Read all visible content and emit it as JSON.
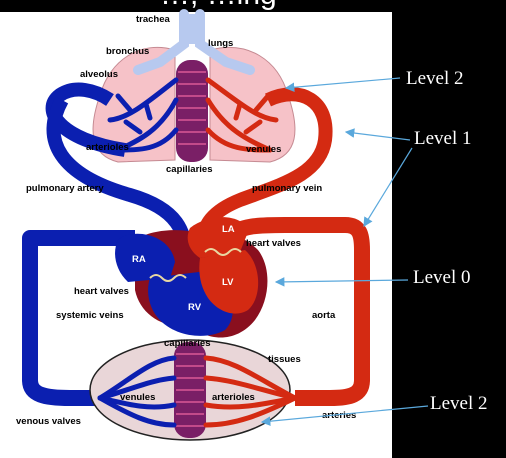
{
  "header_partial": "…, …ing",
  "diagram_labels": {
    "trachea": "trachea",
    "bronchus": "bronchus",
    "lungs": "lungs",
    "alveolus": "alveolus",
    "arterioles_top": "arterioles",
    "venules_top": "venules",
    "capillaries_top": "capillaries",
    "pulmonary_artery": "pulmonary artery",
    "pulmonary_vein": "pulmonary vein",
    "la": "LA",
    "ra": "RA",
    "lv": "LV",
    "rv": "RV",
    "heart_valves_right": "heart valves",
    "heart_valves_left": "heart valves",
    "systemic_veins": "systemic veins",
    "aorta": "aorta",
    "capillaries_bottom": "capillaries",
    "tissues": "tissues",
    "venules_bottom": "venules",
    "arterioles_bottom": "arterioles",
    "venous_valves": "venous valves",
    "arteries": "arteries"
  },
  "levels": {
    "level2_top": "Level 2",
    "level1": "Level 1",
    "level0": "Level 0",
    "level2_bottom": "Level 2"
  },
  "colors": {
    "background": "#000000",
    "panel": "#ffffff",
    "deoxygenated_blue": "#0b1fb0",
    "oxygenated_red": "#d42a12",
    "lung_pink": "#f6c2c8",
    "tissue_bg": "#e9d6d8",
    "capillary_purple": "#7a1f66",
    "arrow": "#5aa8dc",
    "airway_lightblue": "#b7c9ef"
  }
}
